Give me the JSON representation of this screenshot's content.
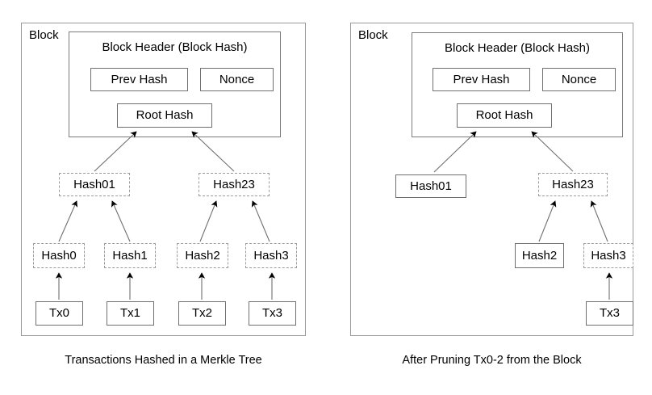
{
  "figure": {
    "title": "Merkle Tree Block Pruning Diagram",
    "background": "#ffffff",
    "line_color": "#6f6f6f",
    "dashed_color": "#9b9b9b",
    "panel_border": "#9a9a9a"
  },
  "panels": [
    {
      "id": "left",
      "block_label": "Block",
      "caption": "Transactions Hashed in a Merkle Tree",
      "header": {
        "title": "Block Header (Block Hash)",
        "fields": [
          {
            "id": "prev-hash",
            "label": "Prev Hash",
            "style": "solid"
          },
          {
            "id": "nonce",
            "label": "Nonce",
            "style": "solid"
          },
          {
            "id": "root-hash",
            "label": "Root Hash",
            "style": "solid"
          }
        ]
      },
      "nodes": [
        {
          "id": "hash01",
          "label": "Hash01",
          "style": "dashed"
        },
        {
          "id": "hash23",
          "label": "Hash23",
          "style": "dashed"
        },
        {
          "id": "hash0",
          "label": "Hash0",
          "style": "dashed"
        },
        {
          "id": "hash1",
          "label": "Hash1",
          "style": "dashed"
        },
        {
          "id": "hash2",
          "label": "Hash2",
          "style": "dashed"
        },
        {
          "id": "hash3",
          "label": "Hash3",
          "style": "dashed"
        },
        {
          "id": "tx0",
          "label": "Tx0",
          "style": "solid"
        },
        {
          "id": "tx1",
          "label": "Tx1",
          "style": "solid"
        },
        {
          "id": "tx2",
          "label": "Tx2",
          "style": "solid"
        },
        {
          "id": "tx3",
          "label": "Tx3",
          "style": "solid"
        }
      ]
    },
    {
      "id": "right",
      "block_label": "Block",
      "caption": "After Pruning Tx0-2 from the Block",
      "header": {
        "title": "Block Header (Block Hash)",
        "fields": [
          {
            "id": "prev-hash",
            "label": "Prev Hash",
            "style": "solid"
          },
          {
            "id": "nonce",
            "label": "Nonce",
            "style": "solid"
          },
          {
            "id": "root-hash",
            "label": "Root Hash",
            "style": "solid"
          }
        ]
      },
      "nodes": [
        {
          "id": "hash01",
          "label": "Hash01",
          "style": "solid"
        },
        {
          "id": "hash23",
          "label": "Hash23",
          "style": "dashed"
        },
        {
          "id": "hash2",
          "label": "Hash2",
          "style": "solid"
        },
        {
          "id": "hash3",
          "label": "Hash3",
          "style": "dashed"
        },
        {
          "id": "tx3",
          "label": "Tx3",
          "style": "solid"
        }
      ]
    }
  ]
}
